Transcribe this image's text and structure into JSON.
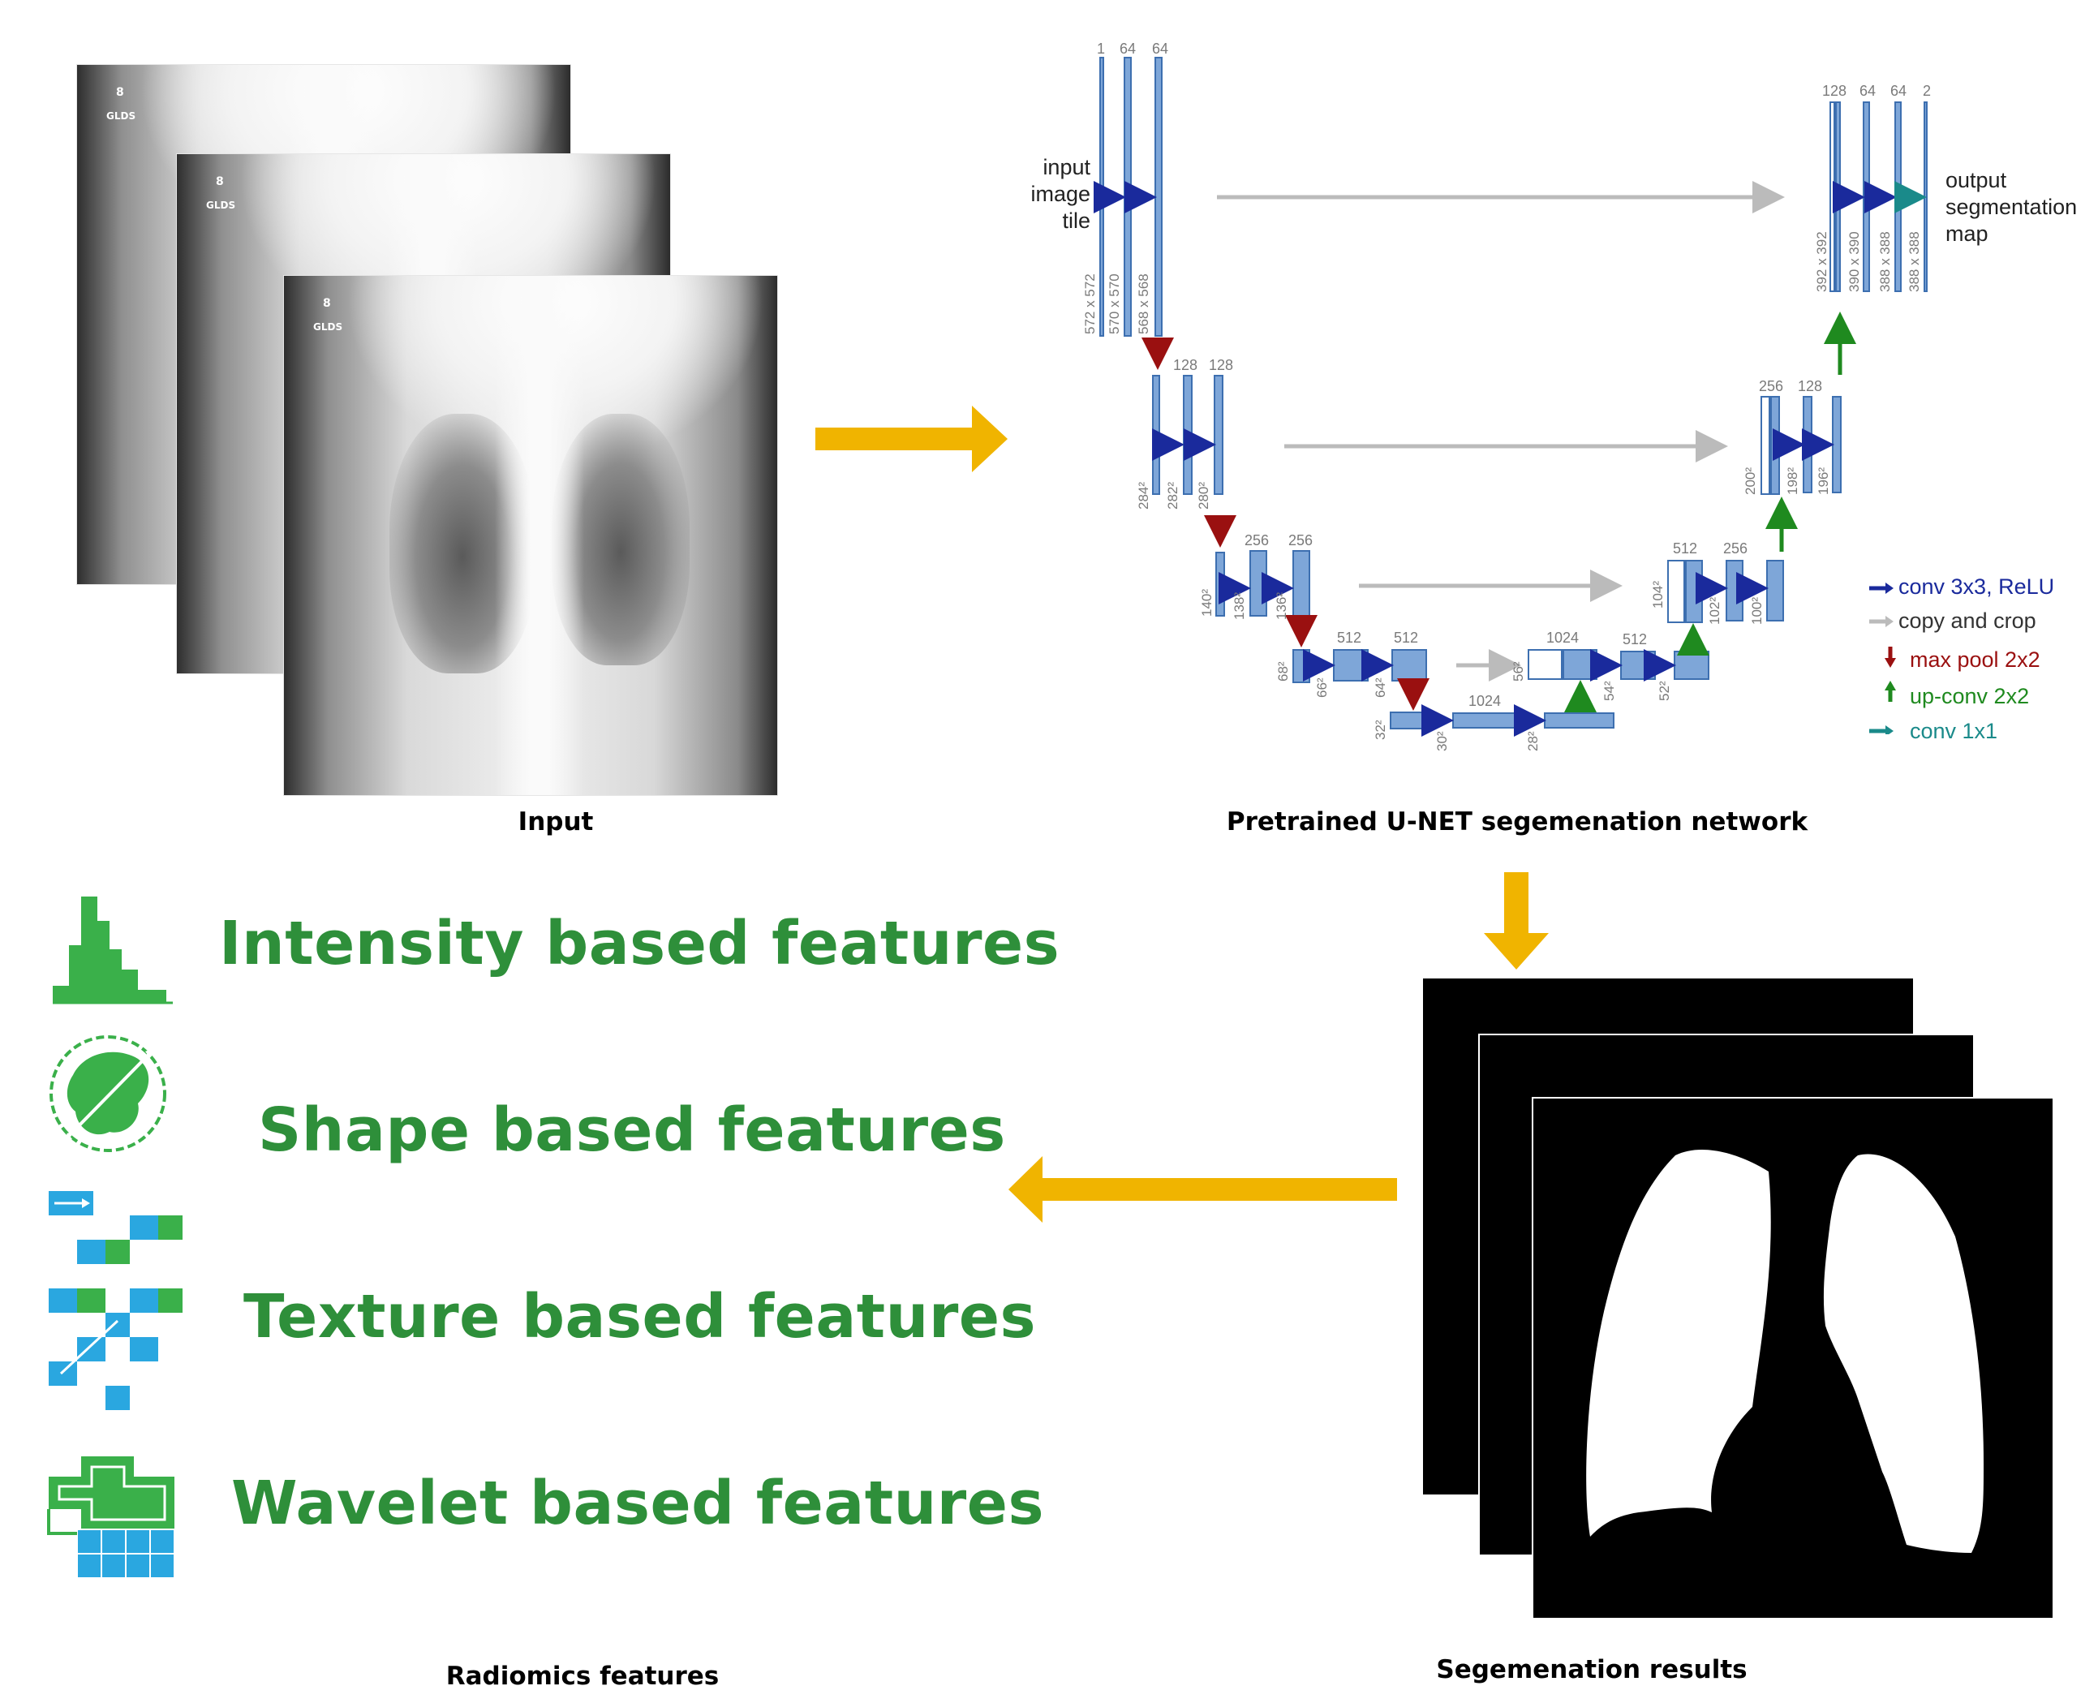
{
  "captions": {
    "input": "Input",
    "unet": "Pretrained U-NET segemenation network",
    "features": "Radiomics features",
    "segmentation": "Segemenation results"
  },
  "xray": {
    "marker": "8",
    "marker_sub": "GLDS"
  },
  "unet": {
    "input_text": [
      "input",
      "image",
      "tile"
    ],
    "output_text": [
      "output",
      "segmentation",
      "map"
    ],
    "channel_labels": [
      "1",
      "64",
      "64",
      "128",
      "128",
      "256",
      "256",
      "512",
      "512",
      "1024",
      "1024",
      "512",
      "512",
      "256",
      "256",
      "128",
      "128",
      "64",
      "64",
      "2"
    ],
    "size_labels": [
      "572 x 572",
      "570 x 570",
      "568 x 568",
      "284²",
      "282²",
      "280²",
      "140²",
      "138²",
      "136²",
      "68²",
      "66²",
      "64²",
      "32²",
      "30²",
      "28²",
      "56²",
      "54²",
      "52²",
      "104²",
      "102²",
      "100²",
      "200²",
      "198²",
      "196²",
      "392 x 392",
      "390 x 390",
      "388 x 388",
      "388 x 388"
    ],
    "legend": [
      {
        "label": "conv 3x3, ReLU",
        "color": "#1a2a9c",
        "icon": "arrow-right-icon"
      },
      {
        "label": "copy and crop",
        "color": "#333333",
        "icon": "gray-arrow-right-icon"
      },
      {
        "label": "max pool 2x2",
        "color": "#9a1010",
        "icon": "arrow-down-icon"
      },
      {
        "label": "up-conv 2x2",
        "color": "#1f8a1f",
        "icon": "arrow-up-icon"
      },
      {
        "label": "conv 1x1",
        "color": "#1a8a8a",
        "icon": "teal-arrow-right-icon"
      }
    ]
  },
  "features": [
    {
      "label": "Intensity based features",
      "icon": "histogram-icon"
    },
    {
      "label": "Shape based features",
      "icon": "shape-icon"
    },
    {
      "label": "Texture based features",
      "icon": "texture-icon"
    },
    {
      "label": "Wavelet based features",
      "icon": "wavelet-icon"
    }
  ],
  "colors": {
    "flow_arrow": "#f0b400",
    "feature_green": "#2e8f3a",
    "unet_block": "#7ea6d8",
    "unet_block_border": "#3d6fb0"
  }
}
